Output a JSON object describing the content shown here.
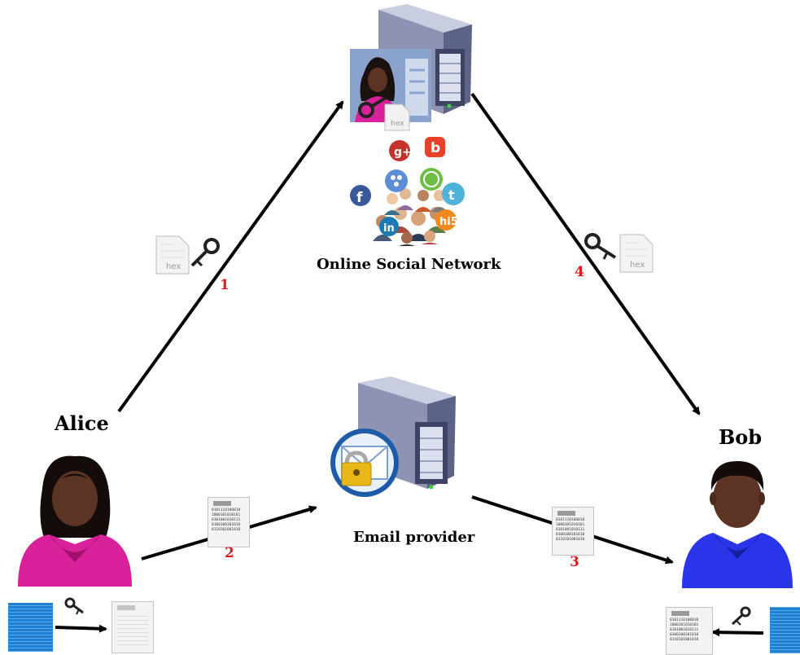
{
  "nodes": {
    "alice": {
      "label": "Alice"
    },
    "bob": {
      "label": "Bob"
    },
    "social_network": {
      "label": "Online Social Network"
    },
    "email_provider": {
      "label": "Email provider"
    }
  },
  "steps": [
    {
      "number": "1",
      "from": "alice",
      "to": "social_network",
      "payload": "key"
    },
    {
      "number": "2",
      "from": "alice",
      "to": "email_provider",
      "payload": "ciphertext"
    },
    {
      "number": "3",
      "from": "email_provider",
      "to": "bob",
      "payload": "ciphertext"
    },
    {
      "number": "4",
      "from": "social_network",
      "to": "bob",
      "payload": "key"
    }
  ],
  "icons": {
    "key_file_text": "hex",
    "binary_lines": [
      "0101110100010",
      "1000101010101",
      "0101001010111",
      "0100100101010",
      "0110101001010"
    ]
  },
  "colors": {
    "alice_shirt": "#d8219a",
    "bob_shirt": "#2a34e8",
    "step_number": "#e8151b",
    "arrow": "#000000"
  }
}
